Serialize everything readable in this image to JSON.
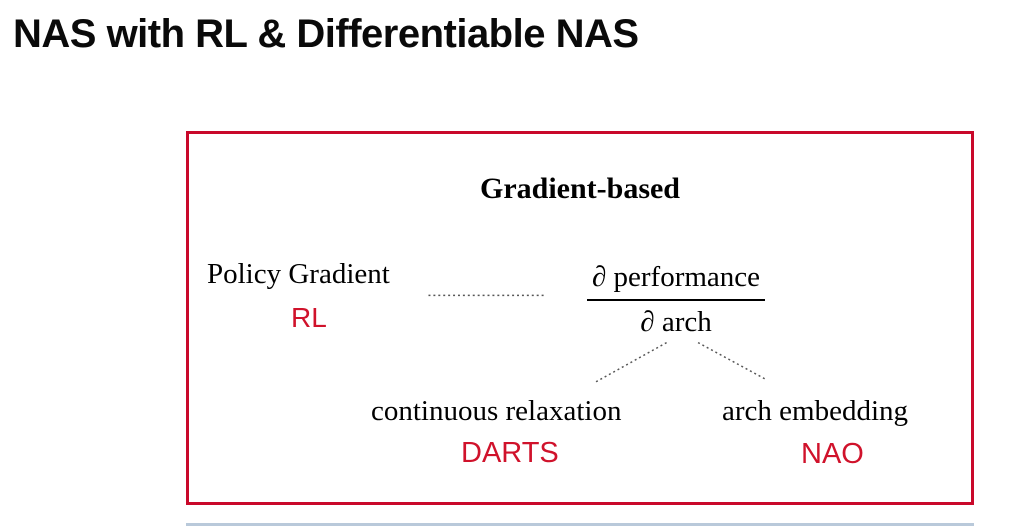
{
  "slide": {
    "title": "NAS with RL & Differentiable NAS"
  },
  "diagram": {
    "heading": "Gradient-based",
    "policy_gradient": {
      "label": "Policy Gradient",
      "method": "RL"
    },
    "fraction": {
      "numerator": "∂ performance",
      "denominator": "∂ arch"
    },
    "branches": [
      {
        "label": "continuous relaxation",
        "method": "DARTS"
      },
      {
        "label": "arch embedding",
        "method": "NAO"
      }
    ],
    "colors": {
      "box_border": "#c9082a",
      "method_red": "#d0122b",
      "text": "#000000"
    }
  }
}
